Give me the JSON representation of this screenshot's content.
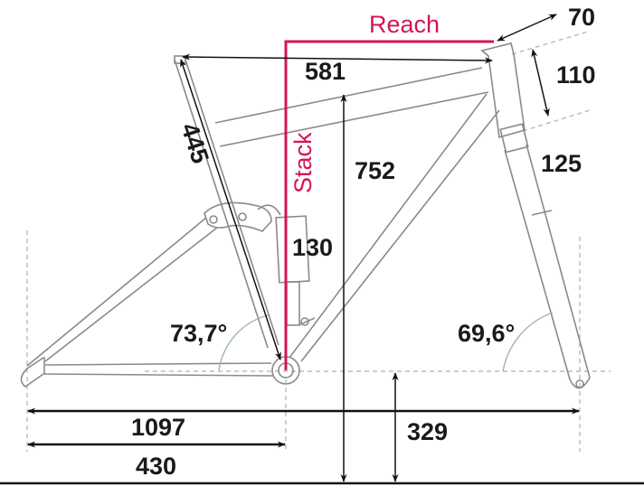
{
  "title": "Bike frame geometry",
  "colors": {
    "accent": "#d4145a",
    "frame": "#8a8a8a",
    "dimension": "#111111",
    "guide": "#9fb3c0"
  },
  "labels": {
    "reach": "Reach",
    "stack": "Stack",
    "top_tube": "581",
    "stem_length": "70",
    "stem_height": "110",
    "head_tube": "125",
    "seat_tube": "445",
    "stack_value": "752",
    "shock_travel": "130",
    "seat_angle": "73,7°",
    "head_angle": "69,6°",
    "wheelbase": "1097",
    "chainstay": "430",
    "bb_height": "329"
  }
}
